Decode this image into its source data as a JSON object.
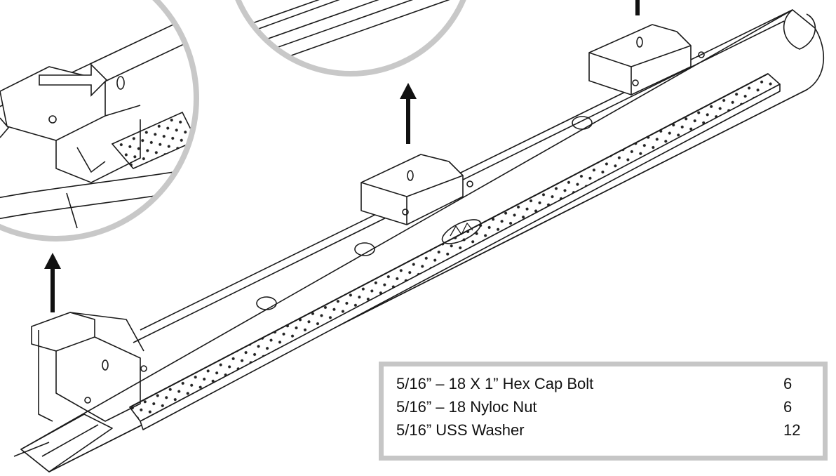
{
  "hardware": [
    {
      "item": "5/16” – 18 X 1” Hex Cap Bolt",
      "qty": "6"
    },
    {
      "item": "5/16” – 18 Nyloc Nut",
      "qty": "6"
    },
    {
      "item": "5/16” USS Washer",
      "qty": "12"
    }
  ],
  "colors": {
    "line": "#1a1a1a",
    "lens_ring": "#c8c8c8",
    "table_border": "#c6c6c6"
  },
  "icons": [
    "arrow-up-icon",
    "arrow-right-icon",
    "brand-logo-icon"
  ]
}
